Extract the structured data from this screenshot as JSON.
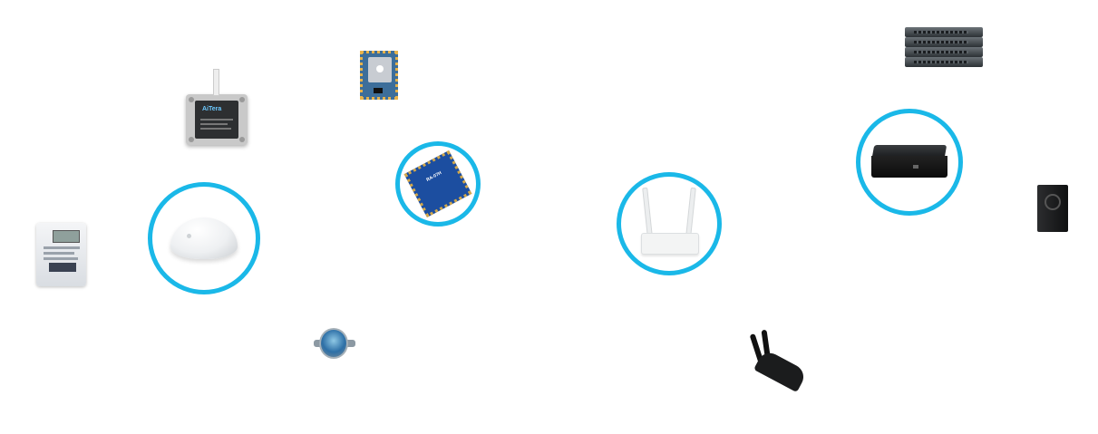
{
  "devices": [
    {
      "name": "electricity-meter"
    },
    {
      "name": "sensor-box",
      "label": "AiTera"
    },
    {
      "name": "rf-module"
    },
    {
      "name": "smoke-detector",
      "highlighted": true
    },
    {
      "name": "lora-module",
      "highlighted": true,
      "label": "RA-07H"
    },
    {
      "name": "water-meter"
    },
    {
      "name": "wifi-router",
      "highlighted": true
    },
    {
      "name": "mini-pc",
      "highlighted": true
    },
    {
      "name": "rack-servers"
    },
    {
      "name": "tower-pc"
    },
    {
      "name": "antenna-router"
    }
  ],
  "colors": {
    "ring": "#1ab8e8",
    "background": "#ffffff"
  }
}
